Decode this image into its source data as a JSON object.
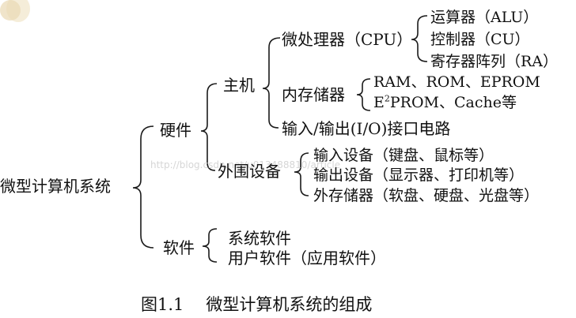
{
  "root": "微型计算机系统",
  "hardware": {
    "label": "硬件",
    "host": {
      "label": "主机",
      "cpu": {
        "label": "微处理器（CPU）",
        "items": [
          "运算器（ALU）",
          "控制器（CU）",
          "寄存器阵列（RA）"
        ]
      },
      "memory": {
        "label": "内存储器",
        "items": [
          "RAM、ROM、EPROM",
          "PROM、Cache等"
        ],
        "prefix": "E",
        "superscript": "2"
      },
      "io": "输入/输出(I/O)接口电路"
    },
    "peripherals": {
      "label": "外围设备",
      "items": [
        "输入设备（键盘、鼠标等）",
        "输出设备（显示器、打印机等）",
        "外存储器（软盘、硬盘、光盘等）"
      ]
    }
  },
  "software": {
    "label": "软件",
    "items": [
      "系统软件",
      "用户软件（应用软件）"
    ]
  },
  "caption": {
    "number": "图1.1",
    "text": "微型计算机系统的组成"
  },
  "watermark": "http://blog.csdn.net/u013488810/article"
}
